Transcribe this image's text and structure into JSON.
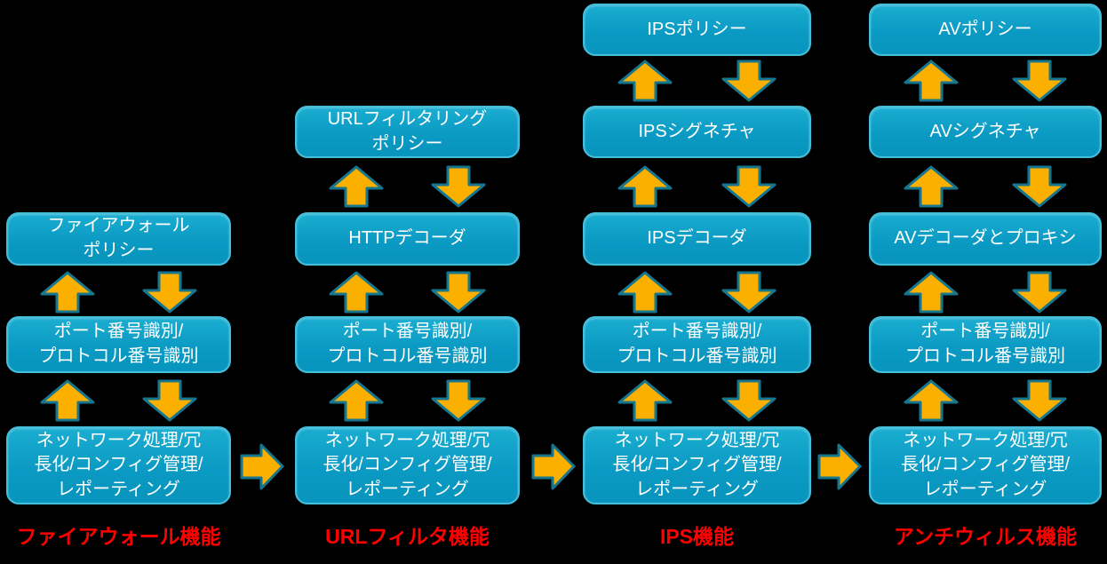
{
  "diagram": {
    "background": "#000000",
    "colors": {
      "box_fill": "#0b9ac3",
      "box_border": "#45bedb",
      "box_text": "#ffffff",
      "arrow_fill": "#fbb000",
      "arrow_border": "#17768f",
      "label_color": "#ff0000"
    },
    "columns": [
      {
        "label": "ファイアウォール機能",
        "boxes": [
          {
            "text": "ファイアウォール\nポリシー"
          },
          {
            "text": "ポート番号識別/\nプロトコル番号識別"
          },
          {
            "text": "ネットワーク処理/冗\n長化/コンフィグ管理/\nレポーティング"
          }
        ]
      },
      {
        "label": "URLフィルタ機能",
        "boxes": [
          {
            "text": "URLフィルタリング\nポリシー"
          },
          {
            "text": "HTTPデコーダ"
          },
          {
            "text": "ポート番号識別/\nプロトコル番号識別"
          },
          {
            "text": "ネットワーク処理/冗\n長化/コンフィグ管理/\nレポーティング"
          }
        ]
      },
      {
        "label": "IPS機能",
        "boxes": [
          {
            "text": "IPSポリシー"
          },
          {
            "text": "IPSシグネチャ"
          },
          {
            "text": "IPSデコーダ"
          },
          {
            "text": "ポート番号識別/\nプロトコル番号識別"
          },
          {
            "text": "ネットワーク処理/冗\n長化/コンフィグ管理/\nレポーティング"
          }
        ]
      },
      {
        "label": "アンチウィルス機能",
        "boxes": [
          {
            "text": "AVポリシー"
          },
          {
            "text": "AVシグネチャ"
          },
          {
            "text": "AVデコーダとプロキシ"
          },
          {
            "text": "ポート番号識別/\nプロトコル番号識別"
          },
          {
            "text": "ネットワーク処理/冗\n長化/コンフィグ管理/\nレポーティング"
          }
        ]
      }
    ]
  }
}
